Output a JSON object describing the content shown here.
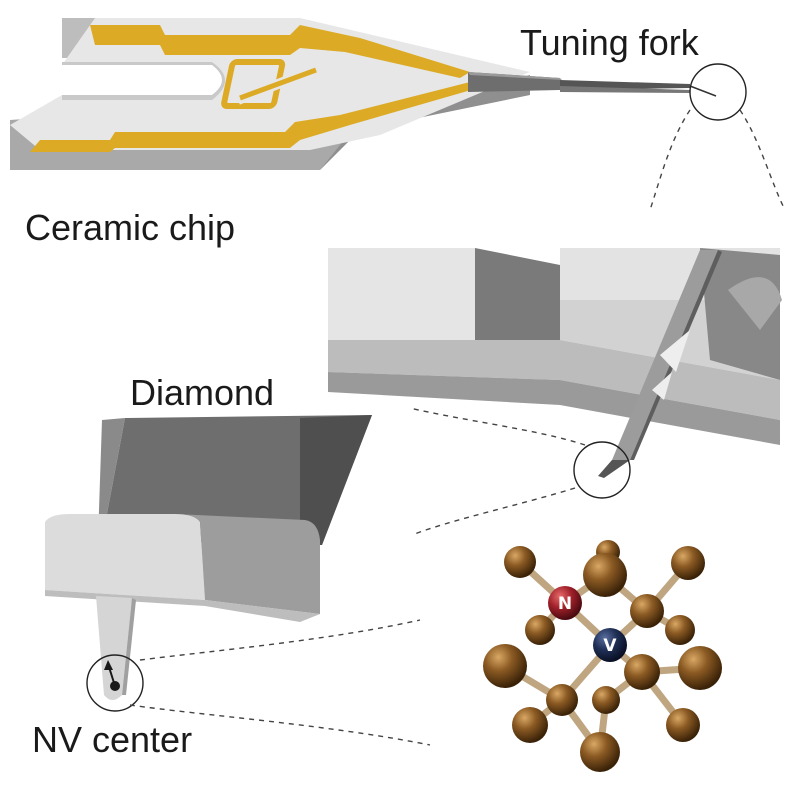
{
  "labels": {
    "tuning_fork": "Tuning fork",
    "ceramic_chip": "Ceramic chip",
    "diamond": "Diamond",
    "nv_center": "NV center"
  },
  "atoms": {
    "nitrogen": "N",
    "vacancy": "V"
  },
  "colors": {
    "gold": "#dcaa24",
    "ceramic": "#e6e6e6",
    "gray_dark": "#555555",
    "gray_mid": "#8a8a8a",
    "carbon": "#8b5a23",
    "nitrogen": "#a0202a",
    "vacancy": "#1f2f55",
    "bond": "#bfa681"
  }
}
